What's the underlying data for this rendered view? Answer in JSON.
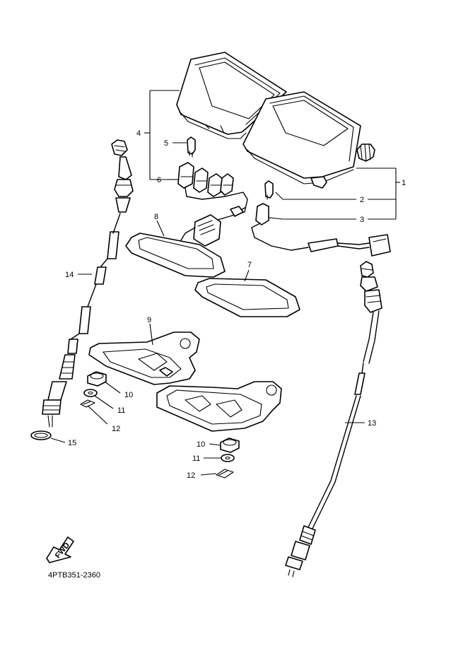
{
  "diagram": {
    "drawing_code": "4PTB351-2360",
    "fwd_badge": "FWD",
    "callouts": [
      "1",
      "2",
      "3",
      "4",
      "5",
      "6",
      "7",
      "8",
      "9",
      "10",
      "11",
      "12",
      "13",
      "14",
      "15",
      "10",
      "11",
      "12"
    ]
  }
}
